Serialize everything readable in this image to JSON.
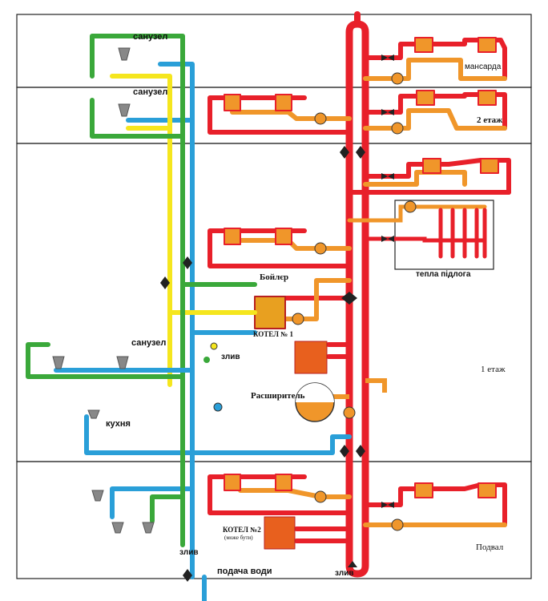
{
  "labels": {
    "sanuzel_top": "санузел",
    "sanuzel_mid": "санузел",
    "sanuzel_low": "санузел",
    "mansarda": "мансарда",
    "floor2": "2 етаж",
    "teplapidloga": "тепла підлога",
    "boiler": "Бойлєр",
    "kotel1": "КОТЕЛ № 1",
    "zliv_mid": "злив",
    "floor1": "1 етаж",
    "rasshiritel": "Расширитель",
    "kuhnya": "кухня",
    "kotel2": "КОТЕЛ №2",
    "kotel2_note": "(може бути)",
    "zliv_bottom_left": "злив",
    "podacha": "подача води",
    "zliv_bottom_center": "злив",
    "podval": "Подвал"
  },
  "colors": {
    "supply_hot": "#e8202a",
    "return_orange": "#f0962a",
    "cold_water": "#2a9fd8",
    "hot_water": "#f5e61e",
    "recirc_green": "#3aa83a",
    "floor_line": "#222222",
    "valve": "#222222"
  }
}
